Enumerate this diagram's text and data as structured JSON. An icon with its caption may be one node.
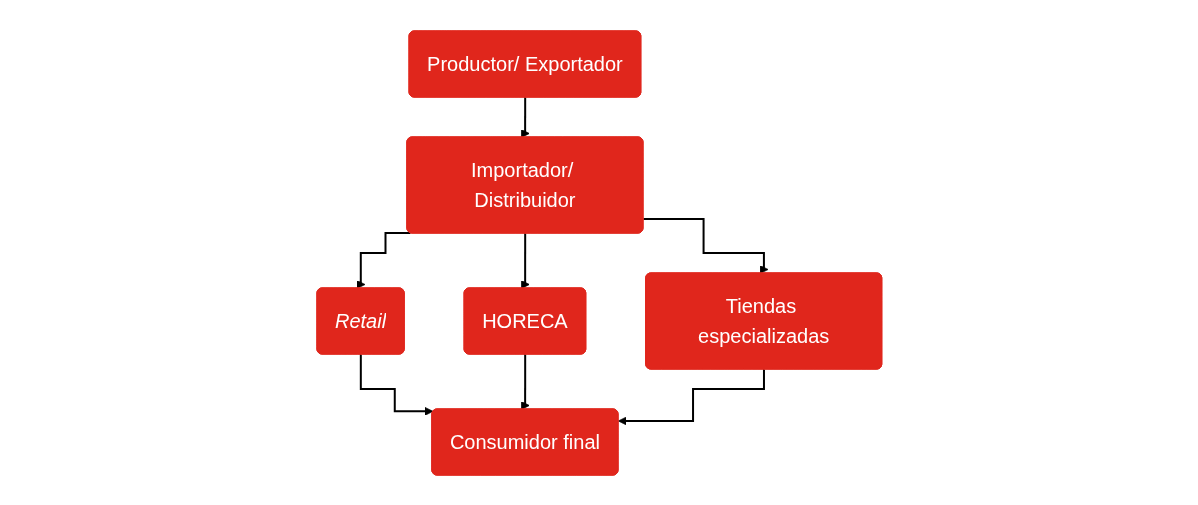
{
  "diagram": {
    "nodes": [
      {
        "text": [
          "Productor/ Exportador"
        ]
      },
      {
        "text": [
          "Importador/ Distribuidor"
        ]
      },
      {
        "text": [
          "Retail"
        ]
      },
      {
        "text": [
          "HORECA"
        ]
      },
      {
        "text": [
          "Tiendas especializadas"
        ]
      },
      {
        "text": [
          "Consumidor final"
        ]
      }
    ],
    "edges": [
      {
        "from": 0,
        "to": 1,
        "arrow": "to"
      },
      {
        "from": 1,
        "to": 2,
        "arrow": "to"
      },
      {
        "from": 1,
        "to": 3,
        "arrow": "to"
      },
      {
        "from": 1,
        "to": 4,
        "arrow": "to"
      },
      {
        "from": 2,
        "to": 5,
        "arrow": "to"
      },
      {
        "from": 3,
        "to": 5,
        "arrow": "to"
      },
      {
        "from": 4,
        "to": 5,
        "arrow": "to"
      }
    ]
  }
}
